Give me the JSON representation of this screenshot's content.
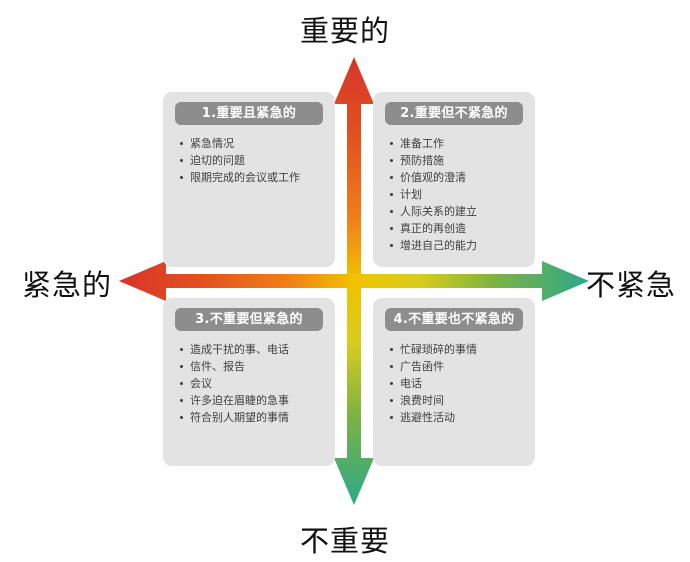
{
  "axes": {
    "top_label": "重要的",
    "bottom_label": "不重要",
    "left_label": "紧急的",
    "right_label": "不紧急"
  },
  "colors": {
    "arrow_red": "#d8342a",
    "arrow_orange": "#ef7f1a",
    "arrow_yellow": "#f2c200",
    "arrow_green": "#7cb342",
    "arrow_teal": "#2ba98b",
    "panel_bg": "#e3e3e3",
    "header_bg": "#8d8d8d",
    "header_text": "#ffffff",
    "body_text": "#3f3f3f",
    "label_text": "#111111"
  },
  "quadrants": [
    {
      "id": "q1",
      "title": "1.重要且紧急的",
      "items": [
        "紧急情况",
        "迫切的问题",
        "限期完成的会议或工作"
      ]
    },
    {
      "id": "q2",
      "title": "2.重要但不紧急的",
      "items": [
        "准备工作",
        "预防措施",
        "价值观的澄清",
        "计划",
        "人际关系的建立",
        "真正的再创造",
        "增进自己的能力"
      ]
    },
    {
      "id": "q3",
      "title": "3.不重要但紧急的",
      "items": [
        "造成干扰的事、电话",
        "信件、报告",
        "会议",
        "许多迫在眉睫的急事",
        "符合别人期望的事情"
      ]
    },
    {
      "id": "q4",
      "title": "4.不重要也不紧急的",
      "items": [
        "忙碌琐碎的事情",
        "广告函件",
        "电话",
        "浪费时间",
        "逃避性活动"
      ]
    }
  ]
}
